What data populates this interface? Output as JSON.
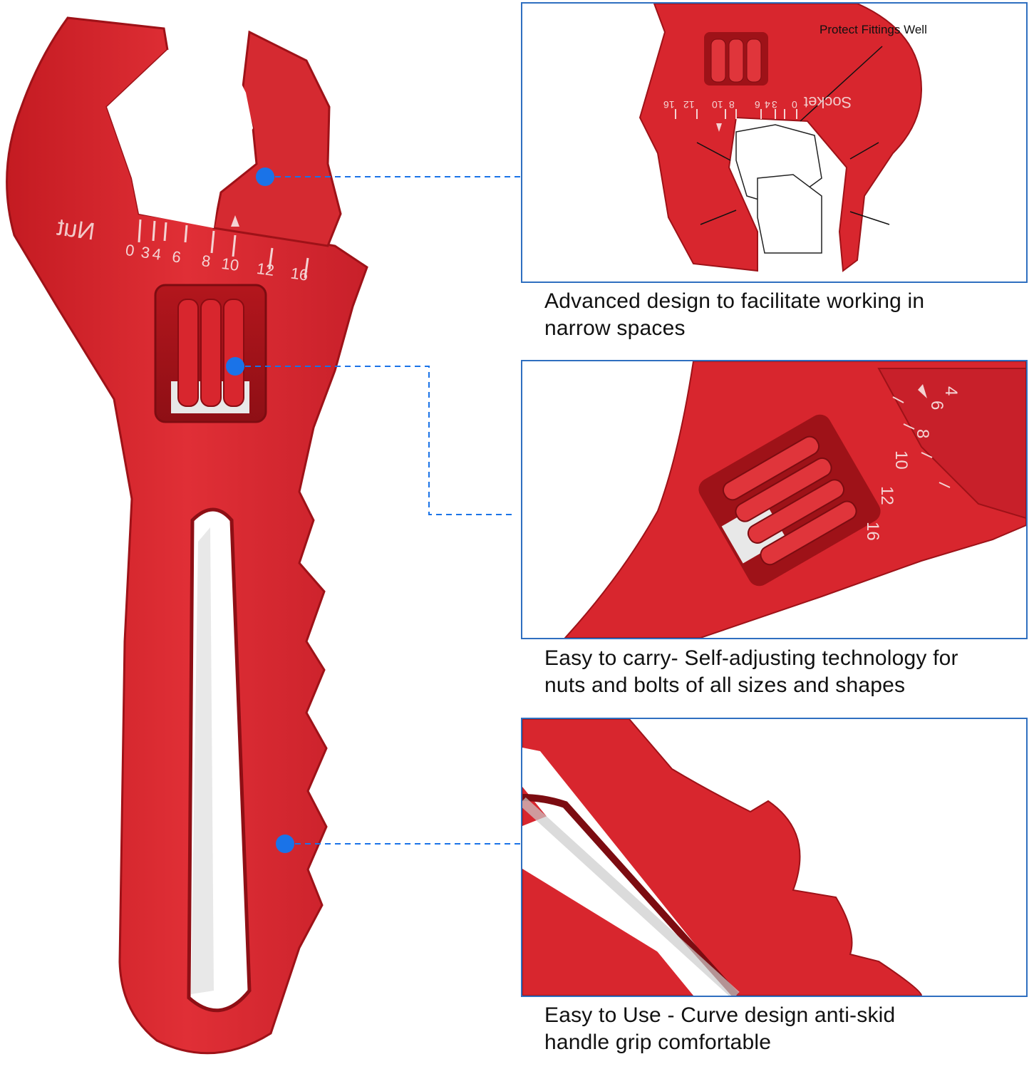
{
  "wrench": {
    "nut_label": "Nut",
    "scale_ticks": [
      "0",
      "3",
      "4",
      "6",
      "8",
      "10",
      "12",
      "16"
    ]
  },
  "panels": [
    {
      "id": "narrow-spaces",
      "callout": "Protect Fittings Well",
      "socket_label": "Socket",
      "scale_ticks": [
        "16",
        "12",
        "10",
        "8",
        "6",
        "4",
        "3",
        "0"
      ],
      "caption_lines": [
        "Advanced design to facilitate working in",
        "narrow spaces"
      ]
    },
    {
      "id": "self-adjusting",
      "scale_ticks": [
        "4",
        "6",
        "8",
        "10",
        "12",
        "16"
      ],
      "caption_lines": [
        "Easy to carry- Self-adjusting technology for",
        "nuts and bolts of all sizes and shapes"
      ]
    },
    {
      "id": "handle-grip",
      "caption_lines": [
        "Easy to Use - Curve design anti-skid",
        "handle grip comfortable"
      ]
    }
  ],
  "colors": {
    "wrench_red": "#d8262e",
    "wrench_dark": "#a8121a",
    "connector_blue": "#1a73e8",
    "panel_border": "#2f6fc0"
  }
}
